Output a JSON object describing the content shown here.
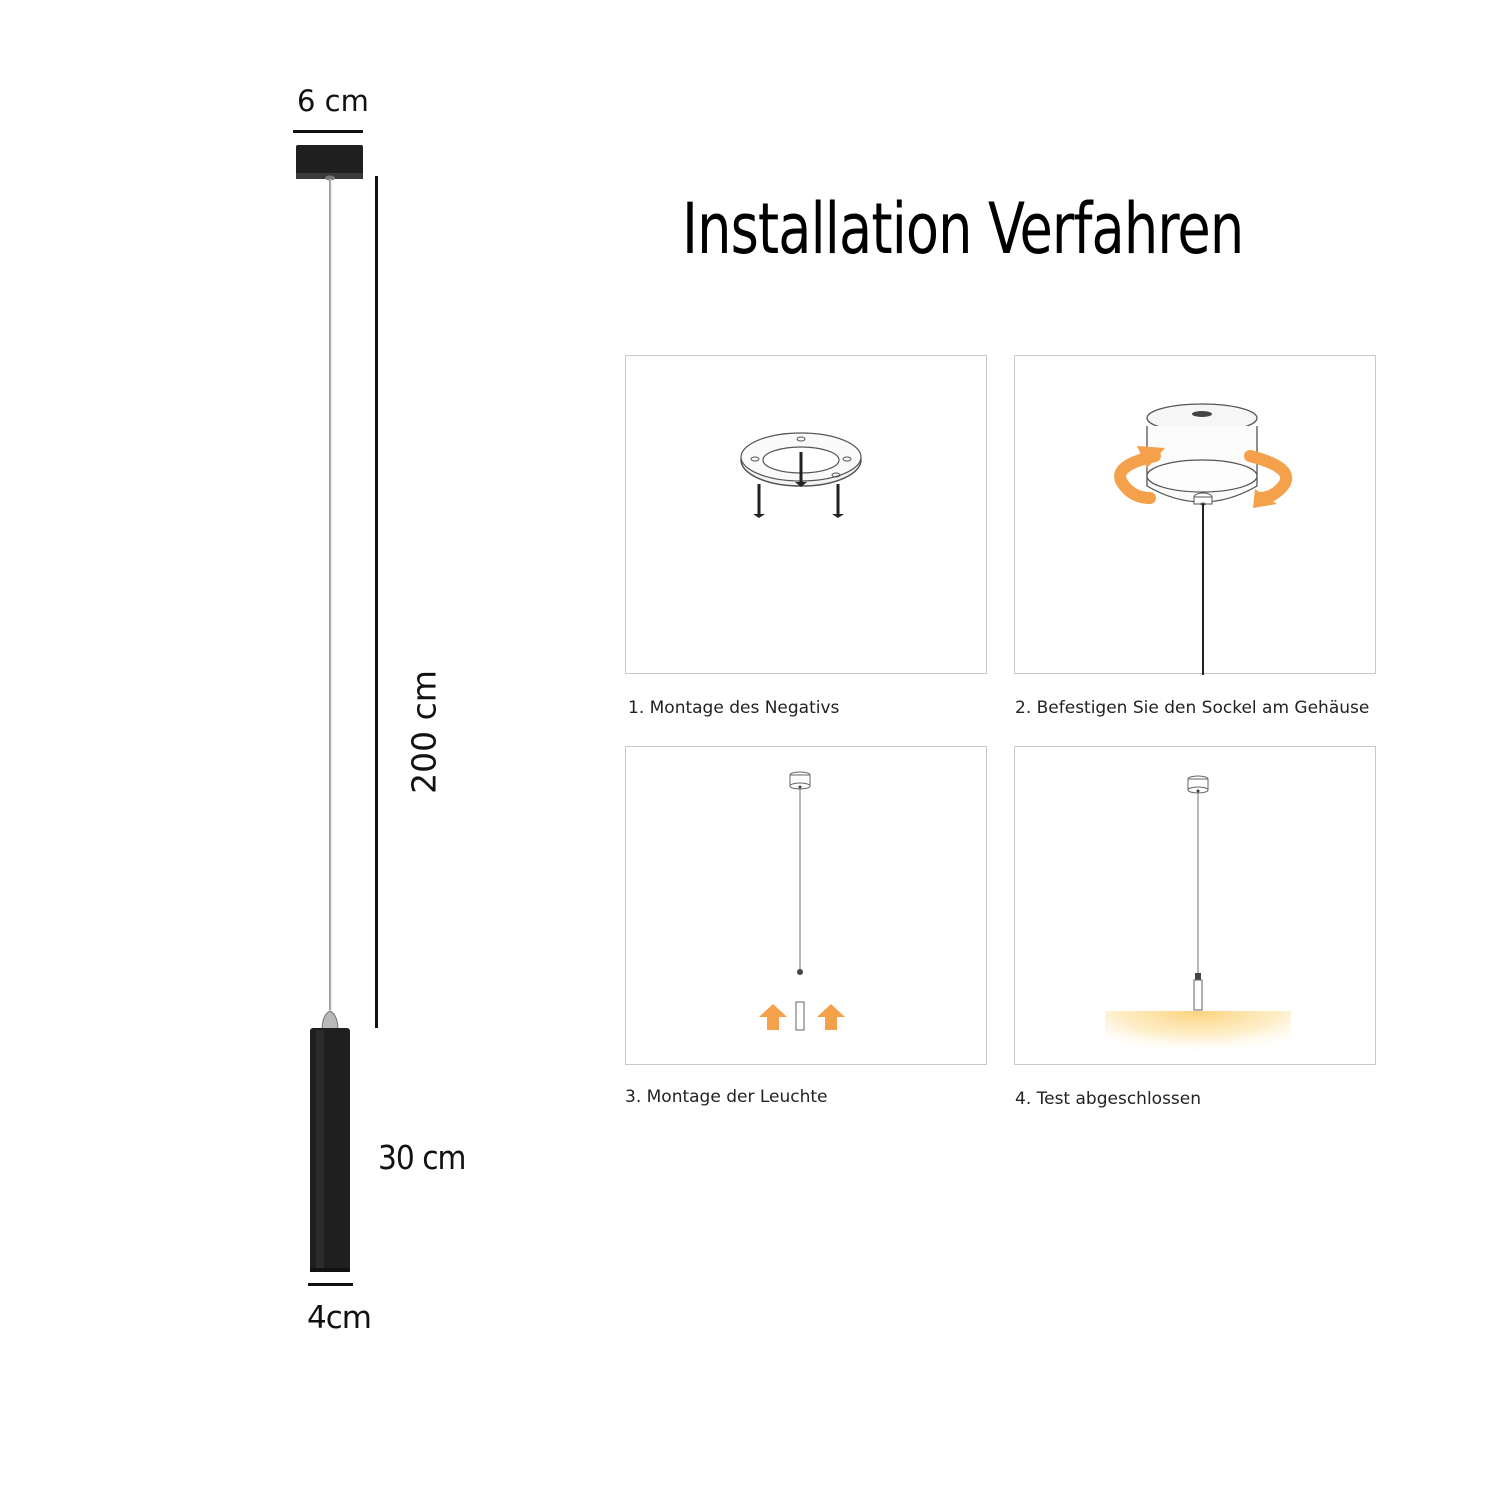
{
  "dimensions": {
    "top_width": "6 cm",
    "cable_length": "200 cm",
    "body_length": "30 cm",
    "body_width": "4cm"
  },
  "title": "Installation Verfahren",
  "steps": [
    {
      "caption": "1. Montage des Negativs"
    },
    {
      "caption": "2. Befestigen Sie den Sockel am Gehäuse"
    },
    {
      "caption": "3. Montage der Leuchte"
    },
    {
      "caption": "4. Test abgeschlossen"
    }
  ],
  "colors": {
    "lamp_black": "#1f1f1f",
    "arrow_orange": "#f5a04a",
    "glow_yellow": "#fbd27a",
    "panel_border": "#c9c9c9"
  },
  "icons": {
    "step1": "ceiling-plate-with-screws-icon",
    "step2": "rotate-base-arrows-icon",
    "step3": "push-up-arrows-icon",
    "step4": "light-glow-icon"
  }
}
